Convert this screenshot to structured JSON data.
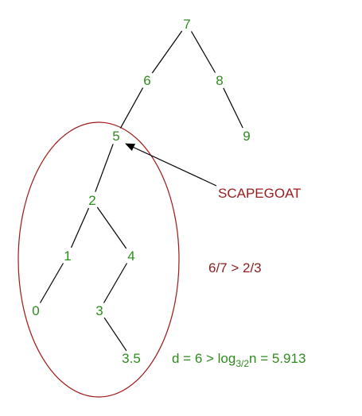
{
  "colors": {
    "node_text": "#2e8b1e",
    "edge": "#000000",
    "ellipse": "#a01818",
    "scapegoat_text": "#9b1b1b",
    "ratio_text": "#8b1c1c",
    "depth_text": "#2e8b1e"
  },
  "tree": {
    "nodes": [
      {
        "id": "n7",
        "label": "7"
      },
      {
        "id": "n6",
        "label": "6"
      },
      {
        "id": "n8",
        "label": "8"
      },
      {
        "id": "n5",
        "label": "5"
      },
      {
        "id": "n9",
        "label": "9"
      },
      {
        "id": "n2",
        "label": "2"
      },
      {
        "id": "n1",
        "label": "1"
      },
      {
        "id": "n4",
        "label": "4"
      },
      {
        "id": "n0",
        "label": "0"
      },
      {
        "id": "n3",
        "label": "3"
      },
      {
        "id": "n3_5",
        "label": "3.5"
      }
    ],
    "edges": [
      {
        "from": "n7",
        "to": "n6"
      },
      {
        "from": "n7",
        "to": "n8"
      },
      {
        "from": "n6",
        "to": "n5"
      },
      {
        "from": "n8",
        "to": "n9"
      },
      {
        "from": "n5",
        "to": "n2"
      },
      {
        "from": "n2",
        "to": "n1"
      },
      {
        "from": "n2",
        "to": "n4"
      },
      {
        "from": "n1",
        "to": "n0"
      },
      {
        "from": "n4",
        "to": "n3"
      },
      {
        "from": "n3",
        "to": "n3_5"
      }
    ]
  },
  "annotations": {
    "scapegoat": "SCAPEGOAT",
    "ratio": "6/7 > 2/3",
    "depth": {
      "prefix": "d = 6 > log",
      "subscript": "3/2",
      "suffix": "n = 5.913"
    }
  }
}
